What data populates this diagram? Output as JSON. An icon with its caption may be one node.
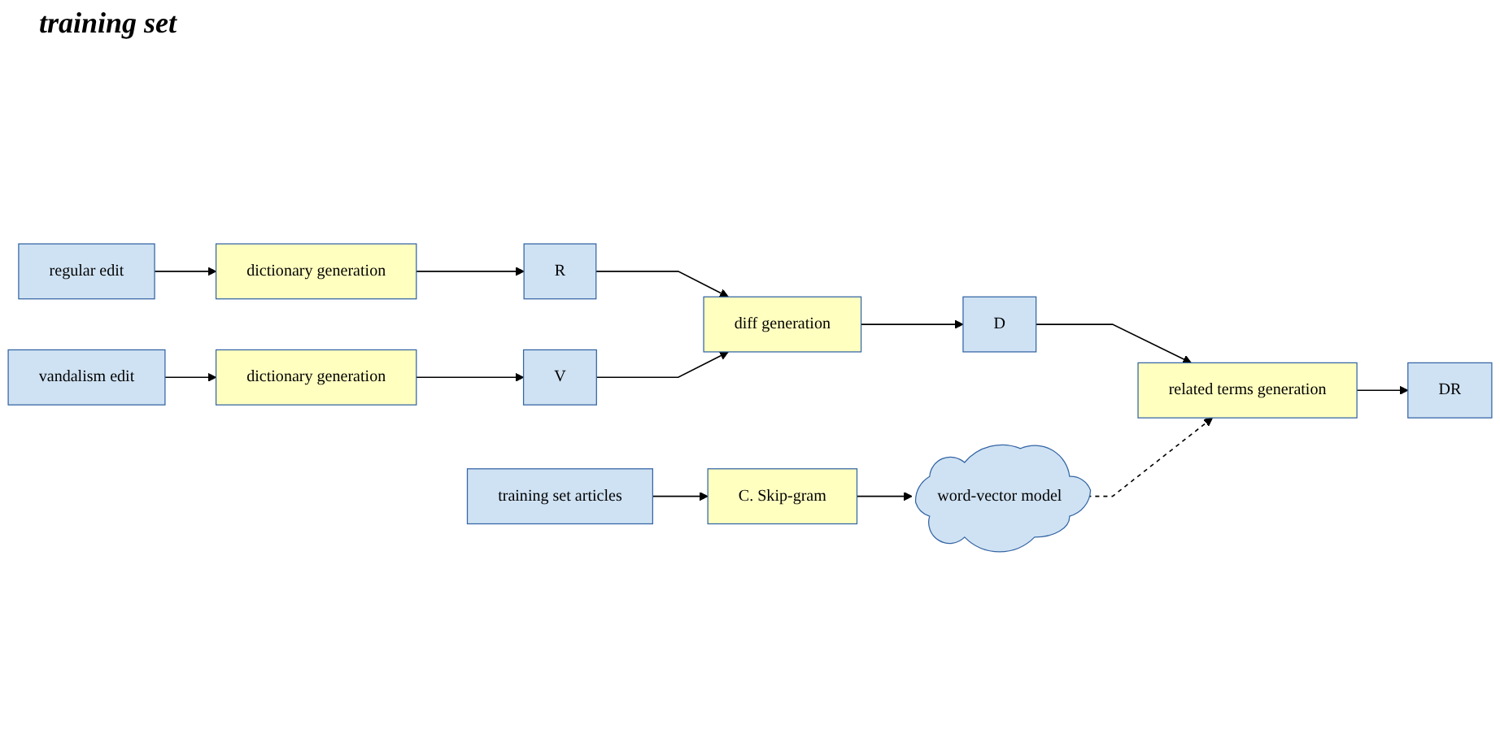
{
  "diagram": {
    "title": "training set",
    "nodes": [
      {
        "text": [
          "regular edit"
        ]
      },
      {
        "text": [
          "dictionary generation"
        ]
      },
      {
        "text": [
          "R"
        ]
      },
      {
        "text": [
          "vandalism edit"
        ]
      },
      {
        "text": [
          "dictionary generation"
        ]
      },
      {
        "text": [
          "V"
        ]
      },
      {
        "text": [
          "diff generation"
        ]
      },
      {
        "text": [
          "D"
        ]
      },
      {
        "text": [
          "related terms generation"
        ]
      },
      {
        "text": [
          "DR"
        ]
      },
      {
        "text": [
          "training set articles"
        ]
      },
      {
        "text": [
          "C. Skip-gram"
        ]
      },
      {
        "text": [
          "word-vector model"
        ]
      }
    ],
    "edges": [
      {
        "from": 0,
        "to": 1,
        "arrow": "to"
      },
      {
        "from": 1,
        "to": 2,
        "arrow": "to"
      },
      {
        "from": 2,
        "to": 6,
        "arrow": "to"
      },
      {
        "from": 3,
        "to": 4,
        "arrow": "to"
      },
      {
        "from": 4,
        "to": 5,
        "arrow": "to"
      },
      {
        "from": 5,
        "to": 6,
        "arrow": "to"
      },
      {
        "from": 6,
        "to": 7,
        "arrow": "to"
      },
      {
        "from": 7,
        "to": 8,
        "arrow": "to"
      },
      {
        "from": 8,
        "to": 9,
        "arrow": "to"
      },
      {
        "from": 10,
        "to": 11,
        "arrow": "to"
      },
      {
        "from": 11,
        "to": 12,
        "arrow": "to"
      },
      {
        "from": 12,
        "to": 8,
        "arrow": "to",
        "style": "dashed"
      }
    ]
  }
}
